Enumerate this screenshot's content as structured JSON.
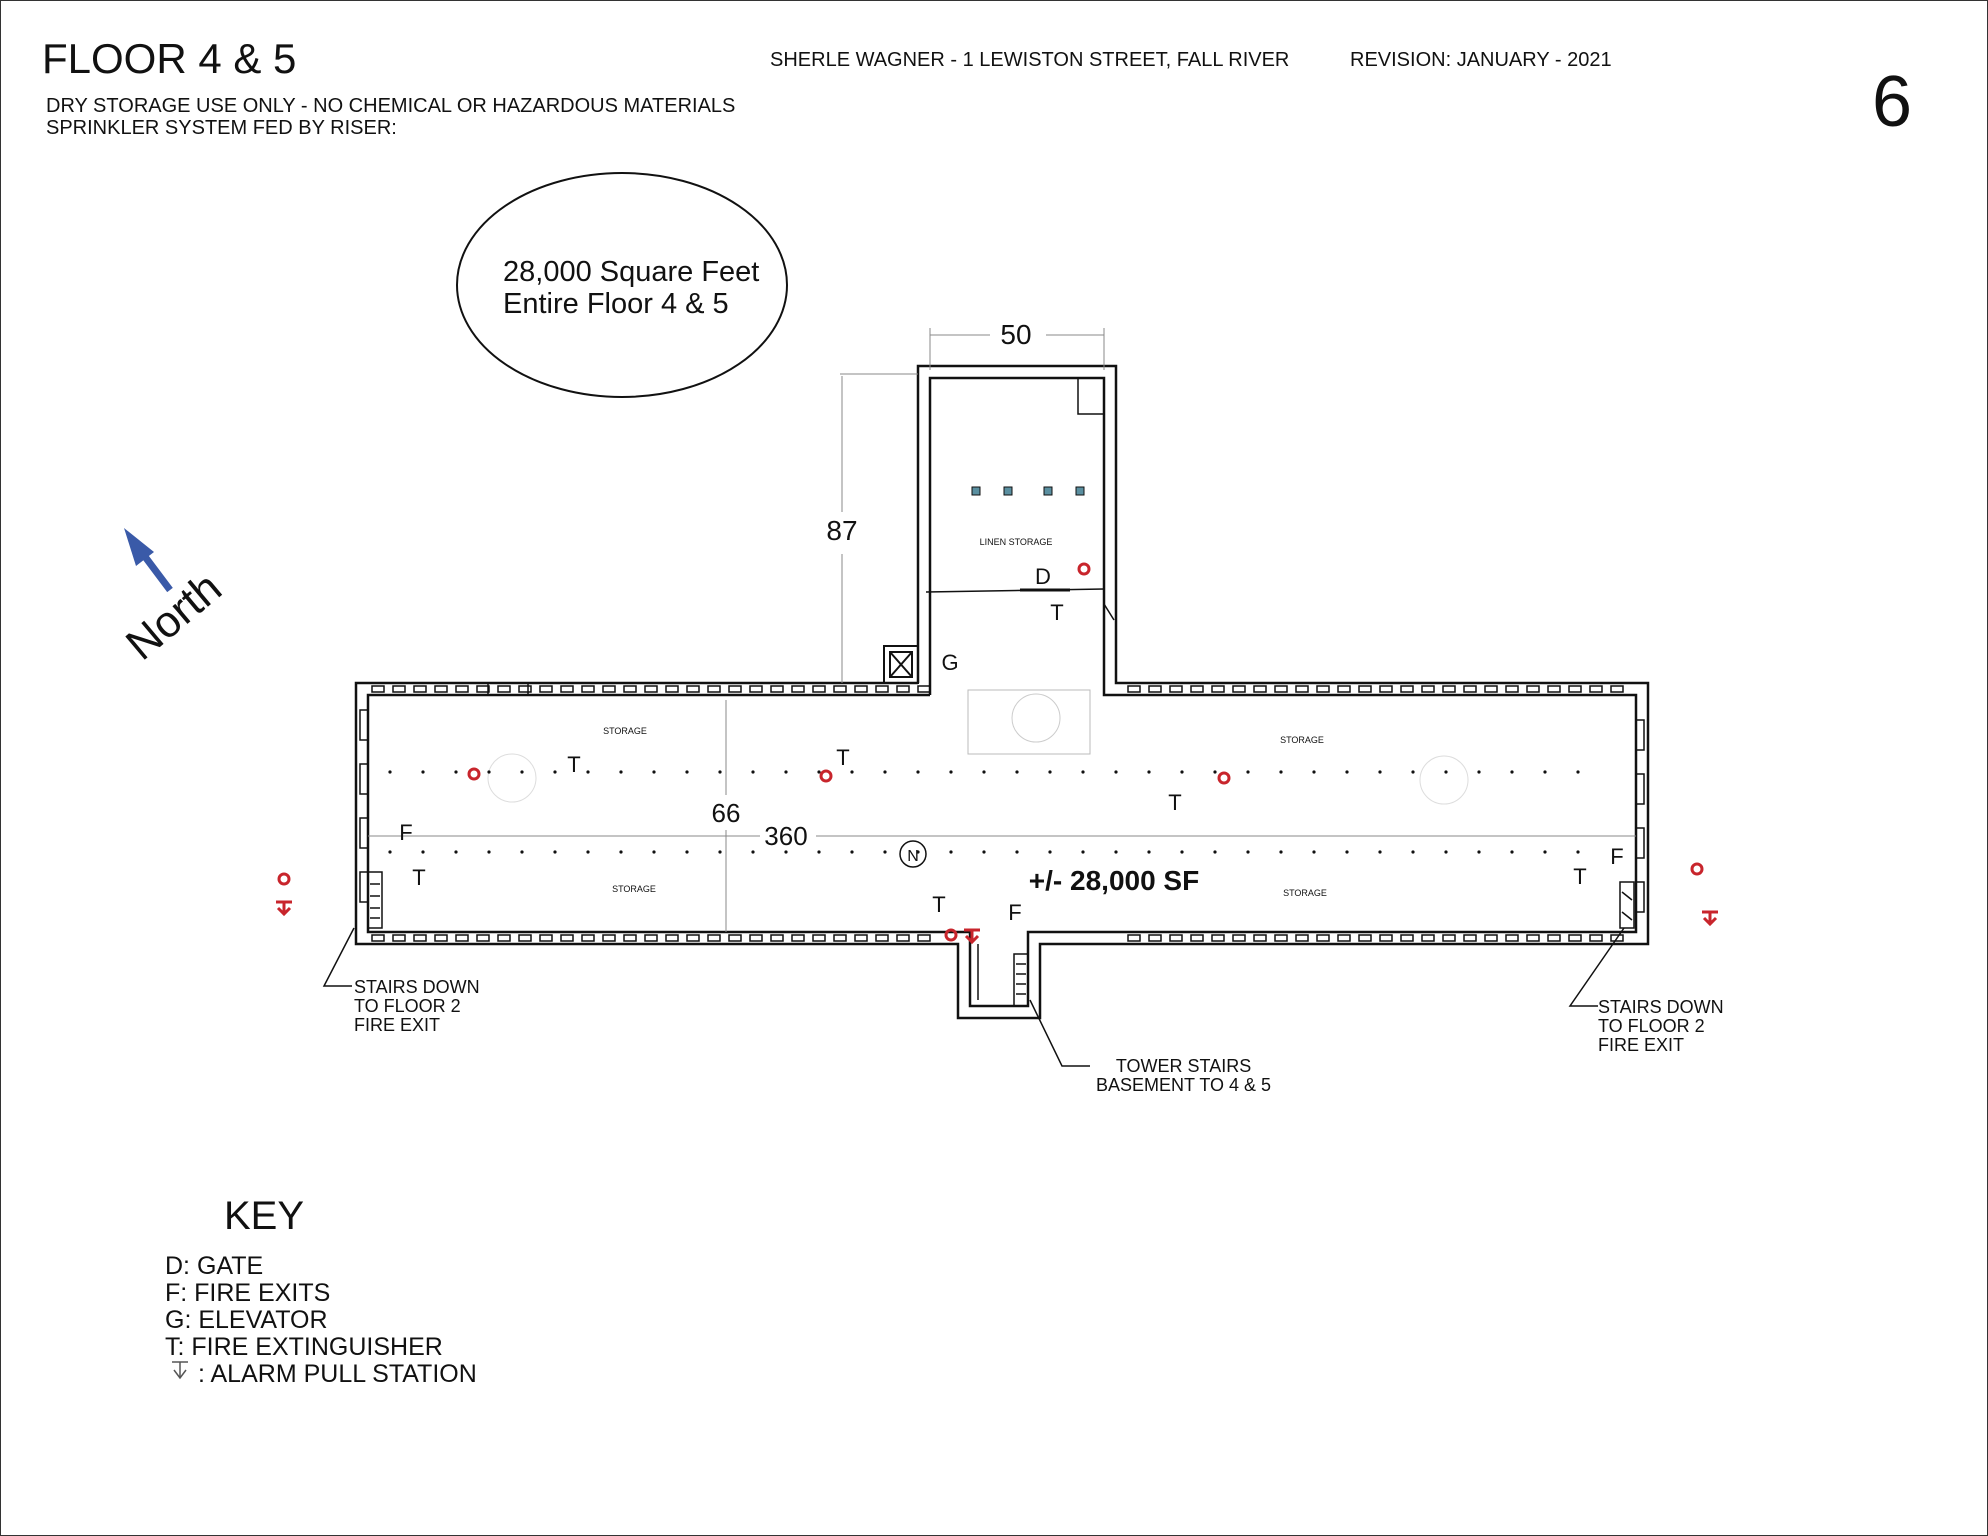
{
  "title": "FLOOR 4 & 5",
  "notes": [
    "DRY STORAGE USE ONLY - NO CHEMICAL OR HAZARDOUS MATERIALS",
    "SPRINKLER SYSTEM FED BY RISER:"
  ],
  "header": {
    "project": "SHERLE WAGNER - 1 LEWISTON STREET, FALL RIVER",
    "revision": "REVISION:  JANUARY - 2021"
  },
  "page_number": "6",
  "area_bubble": {
    "line1": "28,000 Square Feet",
    "line2": "Entire Floor 4 & 5"
  },
  "north_label": "North",
  "dimensions": {
    "tower_width": "50",
    "tower_depth": "87",
    "floor_depth": "66",
    "floor_length": "360"
  },
  "floor_area_label": "+/- 28,000 SF",
  "room_labels": {
    "linen": "LINEN STORAGE",
    "storage_nw": "STORAGE",
    "storage_ne": "STORAGE",
    "storage_sw": "STORAGE",
    "storage_se": "STORAGE"
  },
  "marker_letters": {
    "gate": "D",
    "elevator": "G",
    "fire_exit": "F",
    "extinguisher": "T",
    "riser": "N"
  },
  "callouts": {
    "stairs_left": "STAIRS DOWN\nTO FLOOR 2\nFIRE EXIT",
    "stairs_right": "STAIRS DOWN\nTO FLOOR 2\nFIRE EXIT",
    "tower_stairs": "TOWER STAIRS\nBASEMENT TO 4 & 5"
  },
  "key": {
    "title": "KEY",
    "items": [
      "D: GATE",
      "F: FIRE EXITS",
      "G: ELEVATOR",
      "T: FIRE EXTINGUISHER",
      ": ALARM PULL STATION"
    ]
  },
  "colors": {
    "line": "#111111",
    "marker_red": "#c8252c",
    "north_arrow": "#3a5aa8",
    "faint": "#bbbbbb"
  }
}
